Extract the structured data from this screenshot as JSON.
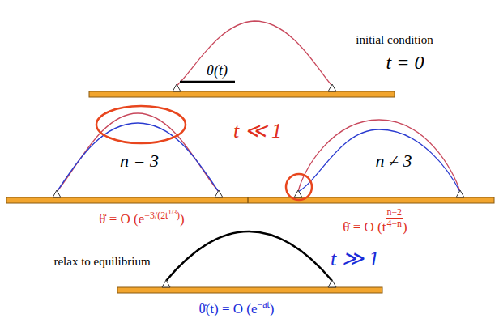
{
  "diagram": {
    "labels": [
      "θ(t)",
      "initial condition",
      "t = 0",
      "t ≪ 1",
      "n = 3",
      "n ≠ 3",
      "θ̇ = O (e",
      "−3/(2t",
      "1/3",
      ")",
      ")",
      "θ̇ = O (t",
      "n−2",
      "4−n",
      ")",
      "relax to equilibrium",
      "t ≫ 1",
      "θ̇(t) = O (e",
      "−at",
      ")"
    ]
  }
}
